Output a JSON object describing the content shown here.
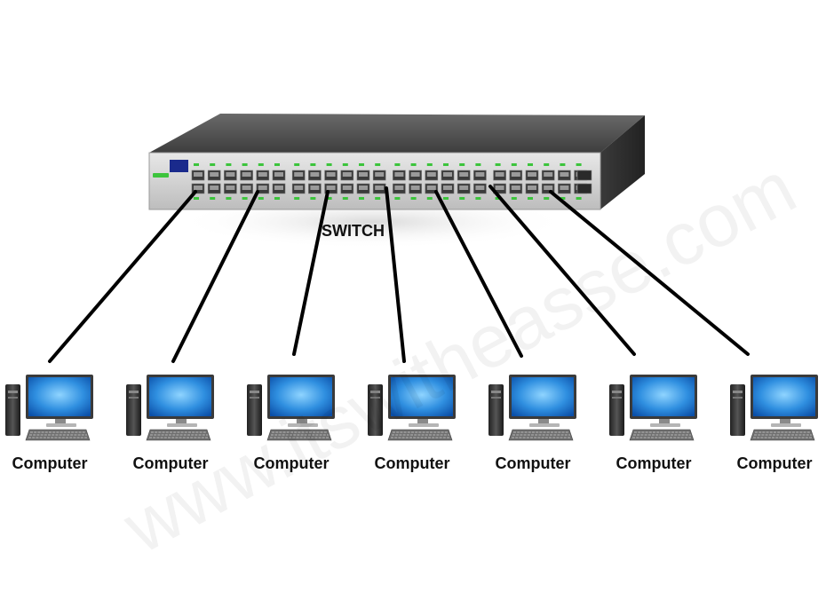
{
  "diagram": {
    "switch_label": "SWITCH",
    "computers": [
      {
        "label": "Computer"
      },
      {
        "label": "Computer"
      },
      {
        "label": "Computer"
      },
      {
        "label": "Computer"
      },
      {
        "label": "Computer"
      },
      {
        "label": "Computer"
      },
      {
        "label": "Computer"
      }
    ],
    "watermark": "www.itswitheasse.com"
  },
  "colors": {
    "switch_top": "#5a5a5a",
    "switch_front": "#d9d9d9",
    "cable": "#000000",
    "screen": "#2f8fe0",
    "led": "#3cc43c",
    "brand_badge": "#1a2a8c"
  }
}
